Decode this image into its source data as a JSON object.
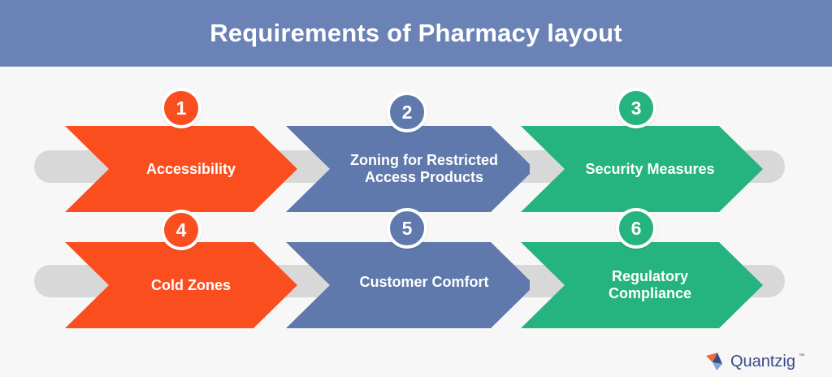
{
  "header": {
    "title": "Requirements of Pharmacy layout"
  },
  "colors": {
    "header_bg": "#6a82b6",
    "orange": "#fb4e1f",
    "blue": "#5f79ad",
    "green": "#25b37f",
    "track": "#d8d8d8"
  },
  "rows": [
    {
      "items": [
        {
          "number": "1",
          "label": "Accessibility",
          "color": "orange"
        },
        {
          "number": "2",
          "label": "Zoning for Restricted Access Products",
          "color": "blue"
        },
        {
          "number": "3",
          "label": "Security Measures",
          "color": "green"
        }
      ]
    },
    {
      "items": [
        {
          "number": "4",
          "label": "Cold Zones",
          "color": "orange"
        },
        {
          "number": "5",
          "label": "Customer Comfort",
          "color": "blue"
        },
        {
          "number": "6",
          "label": "Regulatory Compliance",
          "color": "green"
        }
      ]
    }
  ],
  "logo": {
    "text": "Quantzig",
    "tm": "™",
    "icon": "quantzig-logo-icon"
  }
}
